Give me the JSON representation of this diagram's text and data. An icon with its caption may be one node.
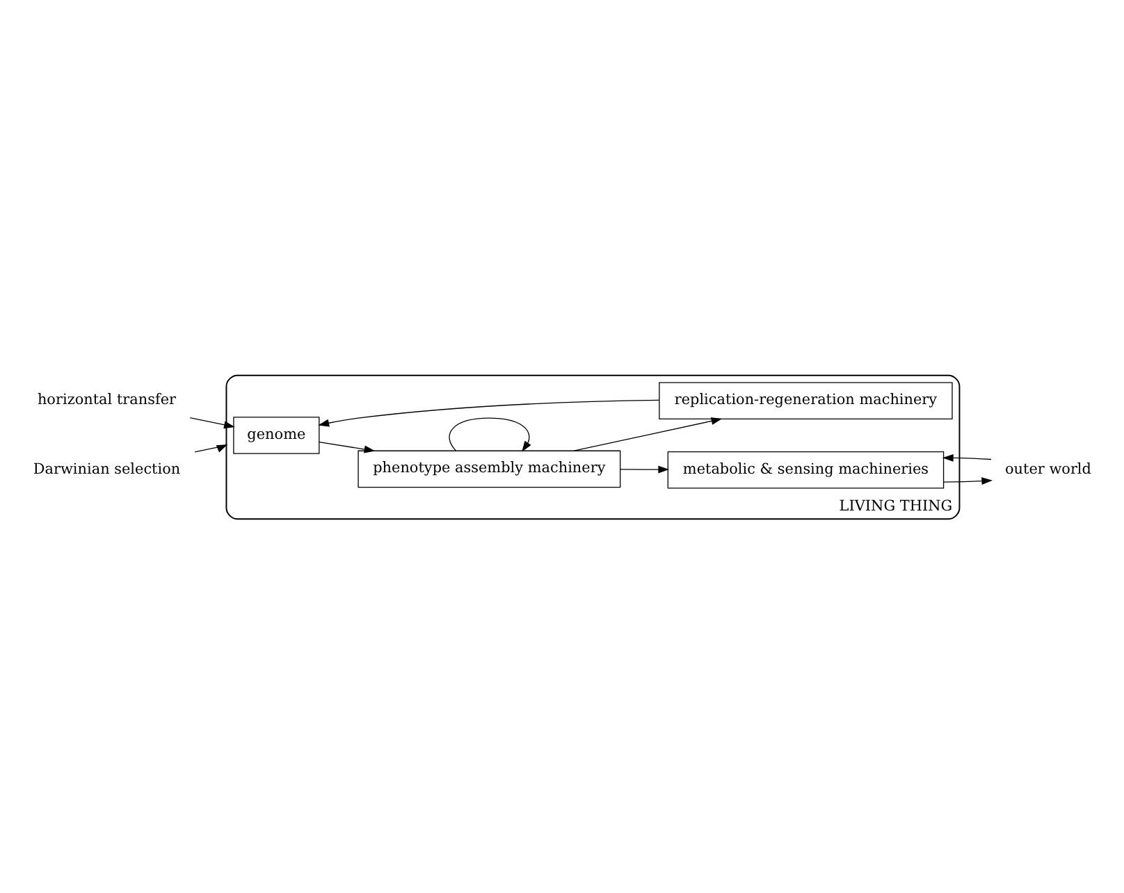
{
  "diagram": {
    "nodes": [
      {
        "text": [
          "LIVING THING"
        ]
      },
      {
        "text": [
          "genome"
        ],
        "in": 0
      },
      {
        "text": [
          "phenotype assembly machinery"
        ],
        "in": 0
      },
      {
        "text": [
          "replication-regeneration machinery"
        ],
        "in": 0
      },
      {
        "text": [
          "metabolic & sensing machineries"
        ],
        "in": 0
      },
      {
        "text": [
          "horizontal transfer"
        ]
      },
      {
        "text": [
          "Darwinian selection"
        ]
      },
      {
        "text": [
          "outer world"
        ]
      }
    ],
    "edges": [
      {
        "from": 5,
        "to": 1,
        "arrow": "to"
      },
      {
        "from": 6,
        "to": 0,
        "arrow": "to"
      },
      {
        "from": 1,
        "to": 2,
        "arrow": "to"
      },
      {
        "from": 2,
        "to": 3,
        "arrow": "to"
      },
      {
        "from": 3,
        "to": 1,
        "arrow": "to"
      },
      {
        "from": 2,
        "to": 2,
        "arrow": "to"
      },
      {
        "from": 2,
        "to": 4,
        "arrow": "to"
      },
      {
        "from": 7,
        "to": 4,
        "arrow": "to"
      },
      {
        "from": 4,
        "to": 7,
        "arrow": "to"
      }
    ]
  }
}
